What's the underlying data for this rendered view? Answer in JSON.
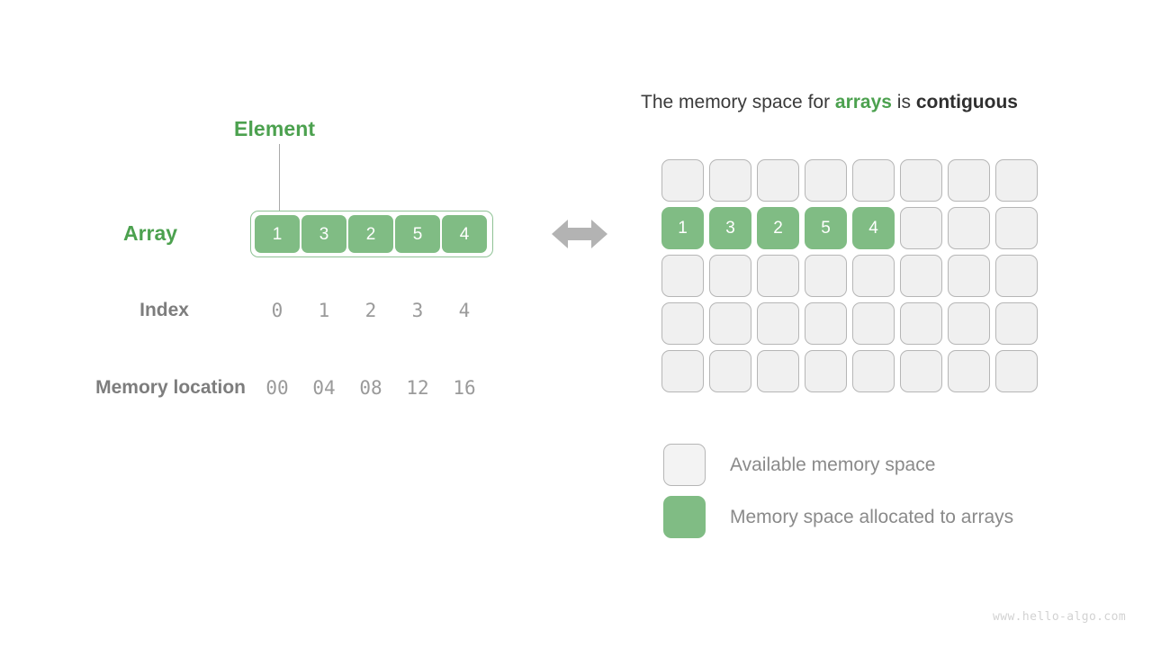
{
  "canvas": {
    "background": "#ffffff",
    "watermark": "www.hello-algo.com"
  },
  "colors": {
    "green_accent": "#4ca14f",
    "green_fill": "#80bc84",
    "green_border": "#8fc295",
    "empty_fill": "#f0f0f0",
    "empty_border": "#b6b6b6",
    "gray_text": "#8a8a8a",
    "dark_text": "#3b3b3b",
    "arrow_gray": "#b3b3b3"
  },
  "left_panel": {
    "element_label": "Element",
    "array_label": "Array",
    "array_values": [
      "1",
      "3",
      "2",
      "5",
      "4"
    ],
    "index_label": "Index",
    "index_values": [
      "0",
      "1",
      "2",
      "3",
      "4"
    ],
    "memory_label": "Memory location",
    "memory_values": [
      "00",
      "04",
      "08",
      "12",
      "16"
    ],
    "arrow_icon": "double-arrow-horizontal"
  },
  "right_panel": {
    "title": {
      "part1": "The memory space for ",
      "highlight": "arrays",
      "part2": " is ",
      "emphasis": "contiguous"
    },
    "grid": {
      "columns": 8,
      "rows": 5,
      "filled_row_index": 1,
      "filled_values": [
        "1",
        "3",
        "2",
        "5",
        "4"
      ],
      "cells": [
        [
          "",
          "",
          "",
          "",
          "",
          "",
          "",
          ""
        ],
        [
          "1",
          "3",
          "2",
          "5",
          "4",
          "",
          "",
          ""
        ],
        [
          "",
          "",
          "",
          "",
          "",
          "",
          "",
          ""
        ],
        [
          "",
          "",
          "",
          "",
          "",
          "",
          "",
          ""
        ],
        [
          "",
          "",
          "",
          "",
          "",
          "",
          "",
          ""
        ]
      ]
    },
    "legend": [
      {
        "swatch": "empty",
        "label": "Available memory space"
      },
      {
        "swatch": "filled",
        "label": "Memory space allocated to arrays"
      }
    ]
  }
}
